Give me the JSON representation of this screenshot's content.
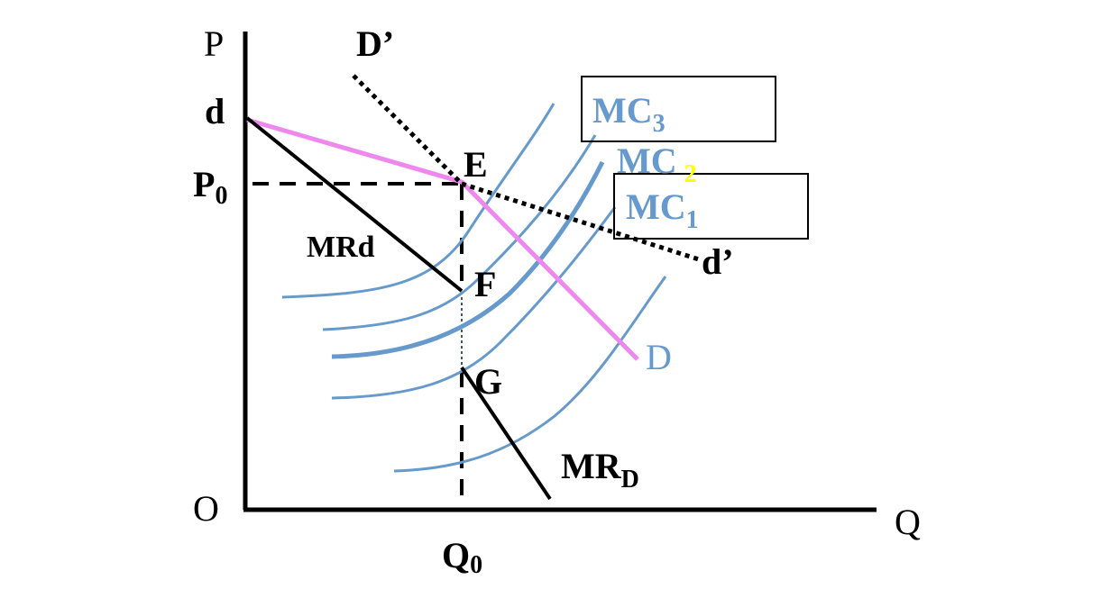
{
  "axes": {
    "y_label": "P",
    "x_label": "Q",
    "origin_label": "O"
  },
  "labels": {
    "d": "d",
    "d_prime": "d’",
    "D_prime": "D’",
    "D": "D",
    "E": "E",
    "F": "F",
    "G": "G",
    "MRd": "MRd",
    "MRD_main": "MR",
    "MRD_sub": "D",
    "P0_main": "P",
    "P0_sub": "0",
    "Q0_main": "Q",
    "Q0_sub": "0",
    "MC3_main": "MC",
    "MC3_sub": "3",
    "MC2_main": "MC",
    "MC2_sub": "2",
    "MC1_main": "MC",
    "MC1_sub": "1"
  },
  "colors": {
    "demand_curve": "#ee88ee",
    "mc_curves": "#6699cc",
    "mc2_subscript": "#ffff00",
    "axes": "#000000"
  }
}
